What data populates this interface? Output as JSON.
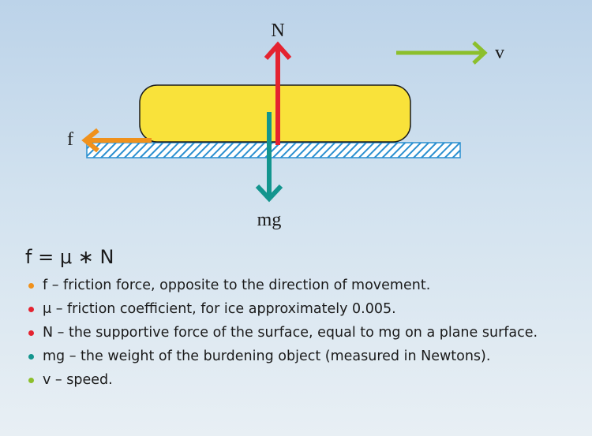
{
  "labels": {
    "N": "N",
    "v": "v",
    "f": "f",
    "mg": "mg"
  },
  "colors": {
    "N": "#e42330",
    "mg": "#13958e",
    "f": "#f0911c",
    "v": "#8cbf2c",
    "block_fill": "#f9e23a",
    "surface_stroke": "#2a8fd0"
  },
  "formula": "f = μ ∗ N",
  "legend": [
    {
      "color": "#f0911c",
      "text": "f – friction force, opposite to the direction of movement."
    },
    {
      "color": "#e42330",
      "text": "μ – friction coefficient, for ice approximately 0.005."
    },
    {
      "color": "#e42330",
      "text": "N – the supportive force of the surface, equal to mg on a plane surface."
    },
    {
      "color": "#13958e",
      "text": "mg – the weight of the burdening object (measured in Newtons)."
    },
    {
      "color": "#8cbf2c",
      "text": "v – speed."
    }
  ]
}
